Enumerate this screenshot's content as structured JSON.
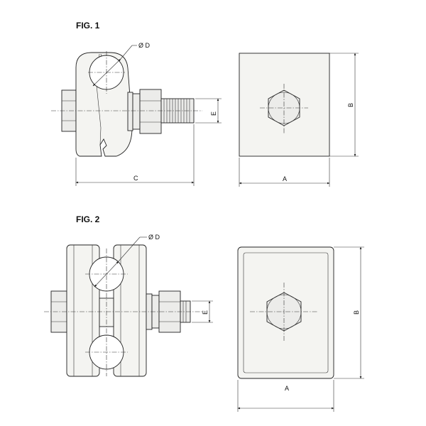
{
  "fig1": {
    "title": "FIG. 1",
    "label_diameter": "Ø D",
    "label_c": "C",
    "label_e": "E",
    "label_a": "A",
    "label_b": "B"
  },
  "fig2": {
    "title": "FIG. 2",
    "label_diameter": "Ø D",
    "label_e": "E",
    "label_a": "A",
    "label_b": "B"
  }
}
